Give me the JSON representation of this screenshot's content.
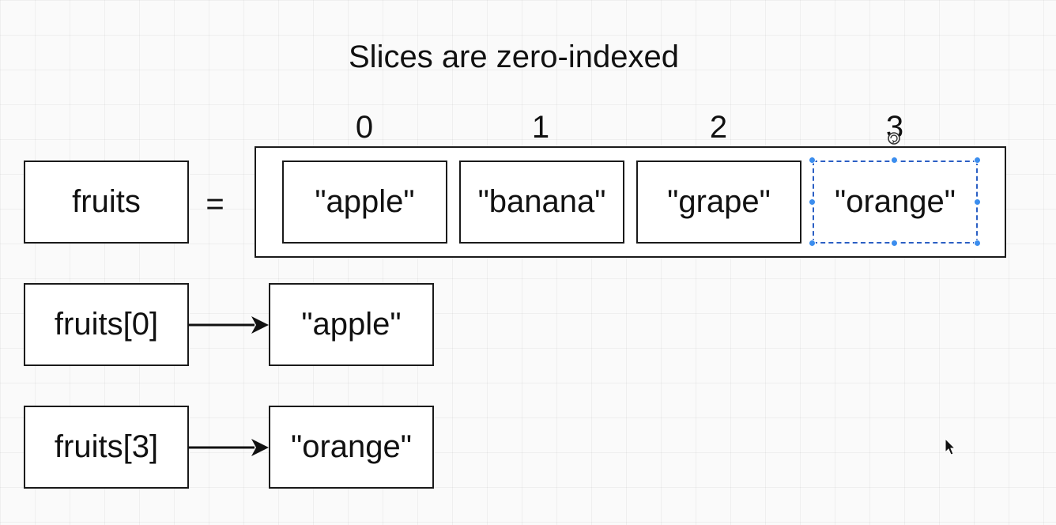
{
  "title": "Slices are zero-indexed",
  "indices": [
    "0",
    "1",
    "2",
    "3"
  ],
  "variable": "fruits",
  "equals": "=",
  "elements": [
    "\"apple\"",
    "\"banana\"",
    "\"grape\"",
    "\"orange\""
  ],
  "accesses": [
    {
      "expression": "fruits[0]",
      "result": "\"apple\""
    },
    {
      "expression": "fruits[3]",
      "result": "\"orange\""
    }
  ],
  "colors": {
    "selection": "#3b8dee",
    "stroke": "#1a1a1a"
  }
}
